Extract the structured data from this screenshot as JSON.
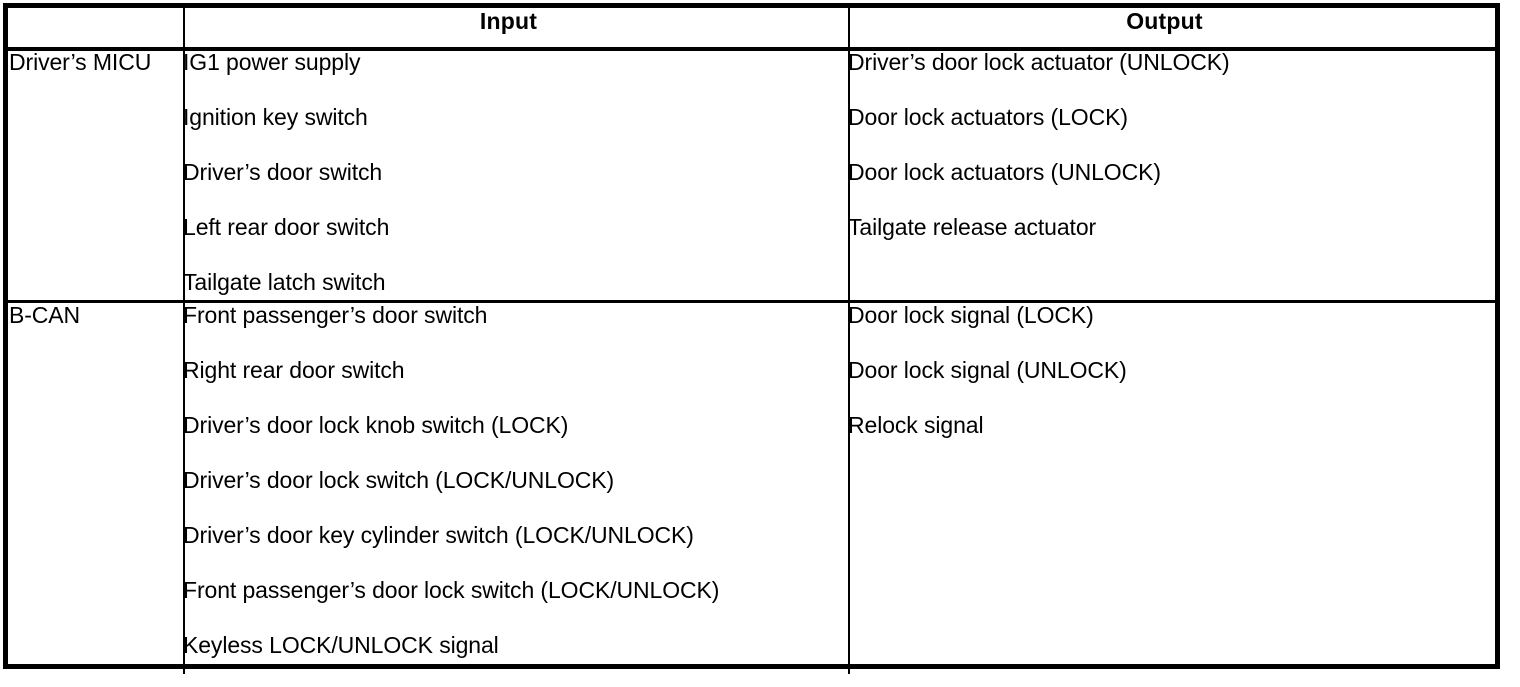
{
  "table": {
    "columns": [
      {
        "key": "system",
        "header": ""
      },
      {
        "key": "input",
        "header": "Input"
      },
      {
        "key": "output",
        "header": "Output"
      }
    ],
    "rows": [
      {
        "system": "Driver’s MICU",
        "input": [
          "IG1 power supply",
          "Ignition key switch",
          "Driver’s door switch",
          "Left rear door switch",
          "Tailgate latch switch"
        ],
        "output": [
          "Driver’s door lock actuator (UNLOCK)",
          "Door lock actuators (LOCK)",
          "Door lock actuators (UNLOCK)",
          "Tailgate release actuator"
        ]
      },
      {
        "system": "B-CAN",
        "input": [
          "Front passenger’s door switch",
          "Right rear door switch",
          "Driver’s door lock knob switch (LOCK)",
          "Driver’s door lock switch (LOCK/UNLOCK)",
          "Driver’s door key cylinder switch (LOCK/UNLOCK)",
          "Front passenger’s door lock switch (LOCK/UNLOCK)",
          "Keyless LOCK/UNLOCK signal"
        ],
        "output": [
          "Door lock signal (LOCK)",
          "Door lock signal (UNLOCK)",
          "Relock signal"
        ]
      }
    ],
    "colors": {
      "border": "#000000",
      "text": "#000000",
      "background": "#ffffff"
    }
  }
}
